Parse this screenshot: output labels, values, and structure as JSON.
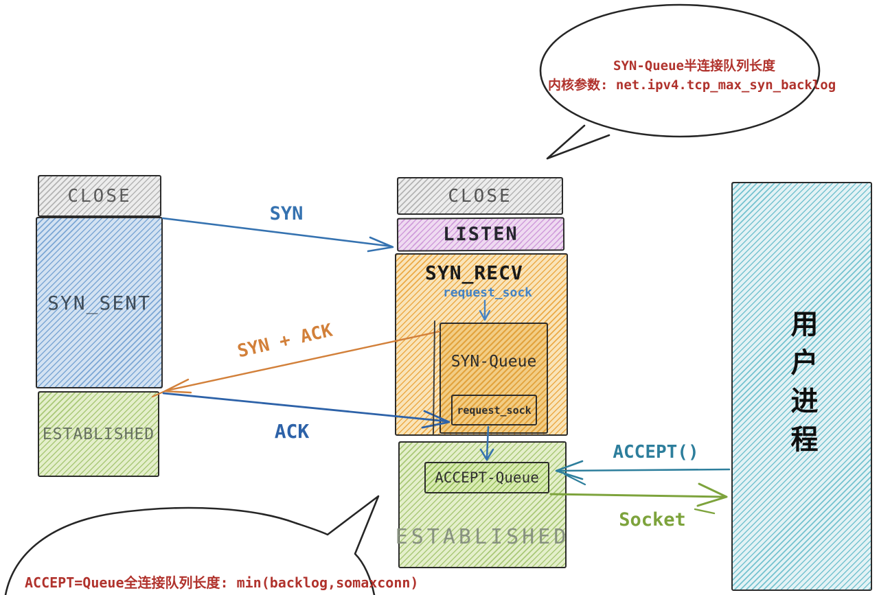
{
  "callouts": {
    "syn_queue_note": {
      "line1": "SYN-Queue半连接队列长度",
      "line2": "内核参数: net.ipv4.tcp_max_syn_backlog"
    },
    "accept_queue_note": {
      "text": "ACCEPT=Queue全连接队列长度: min(backlog,somaxconn)"
    }
  },
  "client_column": {
    "close": "CLOSE",
    "syn_sent": "SYN_SENT",
    "established": "ESTABLISHED"
  },
  "server_column": {
    "close": "CLOSE",
    "listen": "LISTEN",
    "syn_recv": "SYN_RECV",
    "request_sock_label": "request_sock",
    "syn_queue": "SYN-Queue",
    "request_sock_item": "request_sock",
    "accept_queue": "ACCEPT-Queue",
    "established": "ESTABLISHED"
  },
  "user_process": {
    "label": "用户进程"
  },
  "messages": {
    "syn": "SYN",
    "syn_ack": "SYN + ACK",
    "ack": "ACK",
    "accept_call": "ACCEPT()",
    "socket": "Socket"
  },
  "colors": {
    "note_text": "#b0322c",
    "syn_arrow": "#3572b0",
    "syn_ack_arrow": "#d2803a",
    "ack_arrow": "#2d62a8",
    "accept_arrow": "#2d7e9c",
    "socket_arrow": "#7da33c",
    "request_sock_text": "#4583c4"
  }
}
